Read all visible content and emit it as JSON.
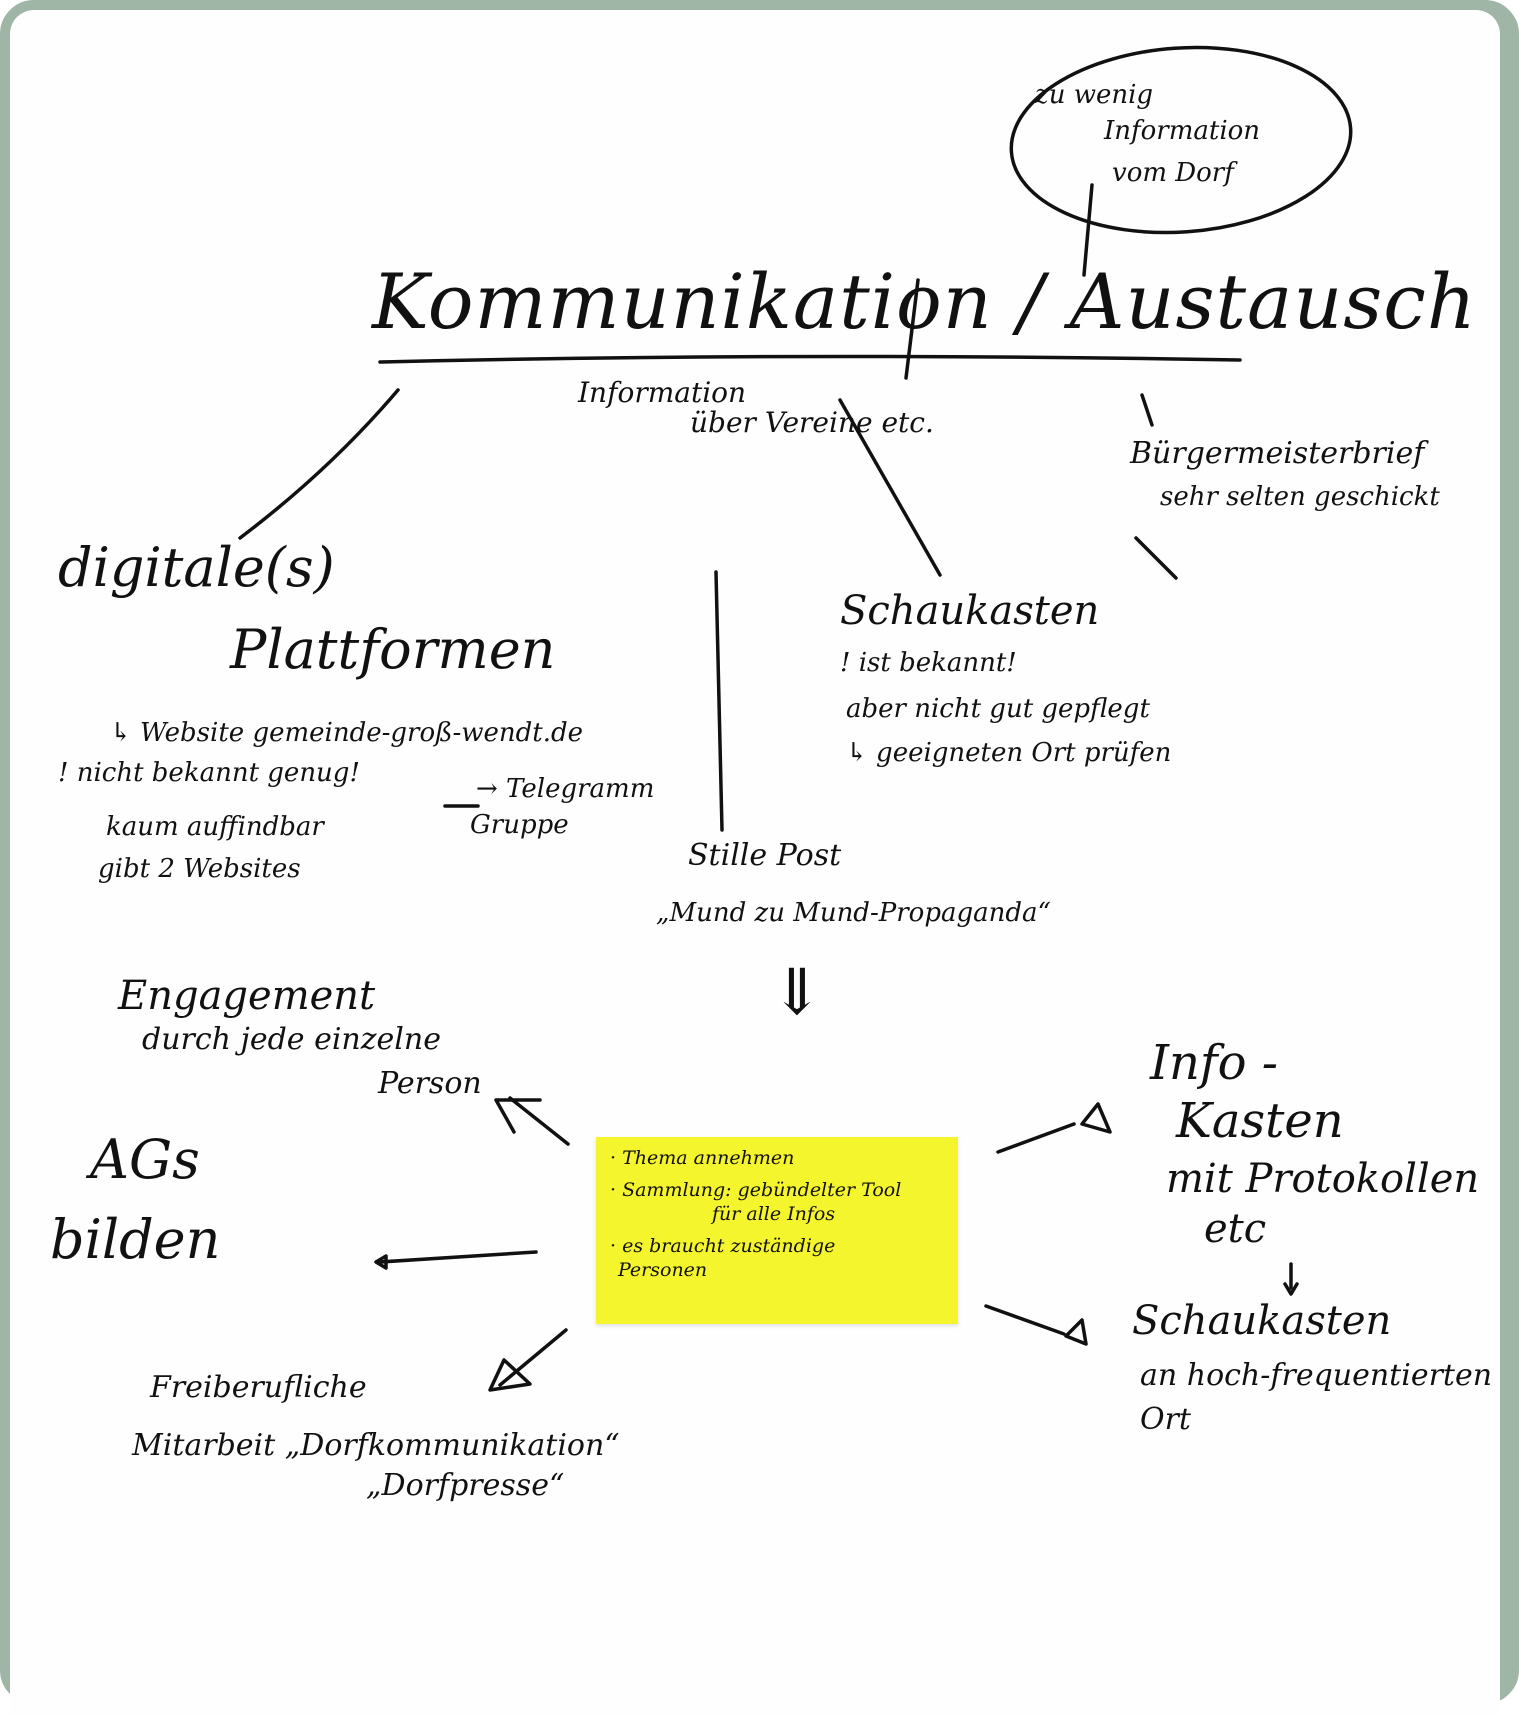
{
  "colors": {
    "frame": "#9fb6a7",
    "paper": "#fefefe",
    "ink": "#111111",
    "sticky": "#f5f52e"
  },
  "bubble": {
    "line1": "zu wenig",
    "line2": "Information",
    "line3": "vom Dorf"
  },
  "title": "Kommunikation / Austausch",
  "subtitle": {
    "line1": "Information",
    "line2": "über Vereine etc."
  },
  "buergermeister": {
    "line1": "Bürgermeisterbrief",
    "line2": "sehr selten geschickt"
  },
  "digitale": {
    "title1": "digitale(s)",
    "title2": "Plattformen",
    "line1": "↳ Website gemeinde-groß-wendt.de",
    "line2": "! nicht bekannt genug!",
    "line3": "kaum auffindbar",
    "line4": "gibt 2 Websites",
    "telegram1": "→ Telegramm",
    "telegram2": "Gruppe"
  },
  "schaukasten_top": {
    "title": "Schaukasten",
    "line1": "! ist bekannt!",
    "line2": "aber nicht gut gepflegt",
    "line3": "↳ geeigneten Ort prüfen"
  },
  "stille_post": {
    "title": "Stille Post",
    "line1": "„Mund zu Mund-Propaganda“",
    "arrow": "⇓"
  },
  "engagement": {
    "title": "Engagement",
    "line1": "durch jede einzelne",
    "line2": "Person"
  },
  "ags": {
    "line1": "AGs",
    "line2": "bilden"
  },
  "freiberuf": {
    "line1": "Freiberufliche",
    "line2": "Mitarbeit „Dorfkommunikation“",
    "line3": "„Dorfpresse“"
  },
  "infokasten": {
    "line1": "Info -",
    "line2": "Kasten",
    "line3": "mit Protokollen",
    "line4": "etc"
  },
  "schaukasten_bottom": {
    "title": "Schaukasten",
    "line1": "an hoch-frequentierten",
    "line2": "Ort"
  },
  "sticky": {
    "line1": "· Thema annehmen",
    "line2": "· Sammlung: gebündelter Tool",
    "line3": "für alle Infos",
    "line4": "· es braucht zuständige",
    "line5": "Personen"
  }
}
